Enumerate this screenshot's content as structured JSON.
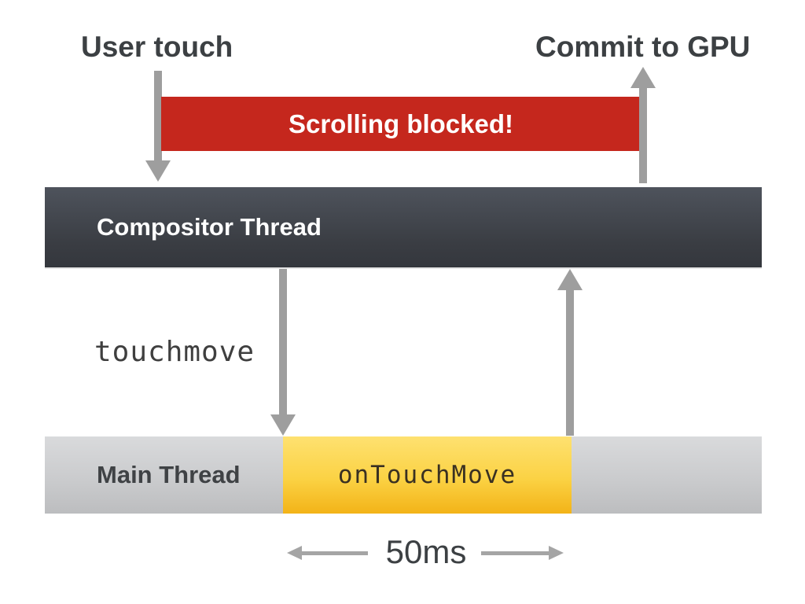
{
  "diagram": {
    "title_left": "User touch",
    "title_right": "Commit to GPU",
    "blocked_banner": "Scrolling blocked!",
    "compositor_bar_label": "Compositor Thread",
    "event_label": "touchmove",
    "main_bar_label": "Main Thread",
    "handler_block_label": "onTouchMove",
    "duration_label": "50ms"
  },
  "colors": {
    "blocked_red": "#c5271d",
    "compositor_gradient_top": "#4e535c",
    "compositor_gradient_bottom": "#34373d",
    "main_gray_gradient_top": "#d9dadc",
    "main_gray_gradient_bottom": "#bcbdbf",
    "handler_yellow_gradient_top": "#fee170",
    "handler_yellow_gradient_bottom": "#f3b318",
    "arrow_gray": "#9e9e9e",
    "text_dark": "#3c4043",
    "text_white": "#ffffff"
  }
}
